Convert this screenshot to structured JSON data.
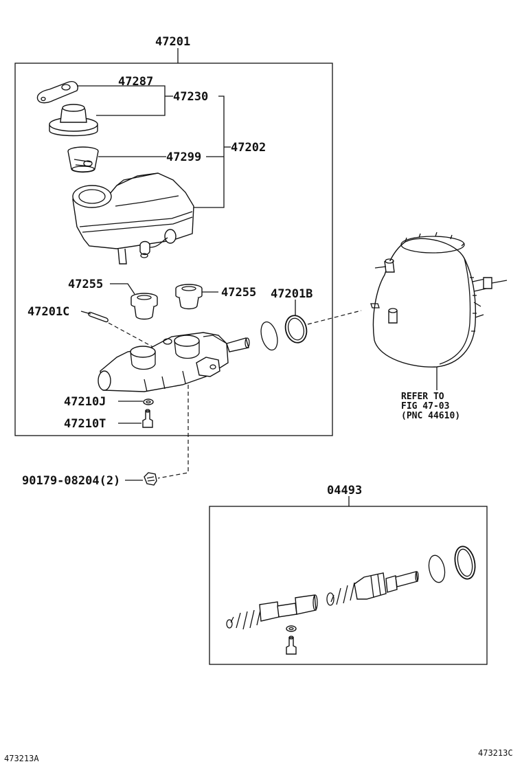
{
  "labels": {
    "assy_top": "47201",
    "p47287": "47287",
    "p47230": "47230",
    "p47202": "47202",
    "p47299": "47299",
    "p47255_left": "47255",
    "p47255_right": "47255",
    "p47201b": "47201B",
    "p47201c": "47201C",
    "p47210j": "47210J",
    "p47210t": "47210T",
    "bolt": "90179-08204(2)",
    "kit": "04493",
    "refer_line1": "REFER TO",
    "refer_line2": "FIG 47-03",
    "refer_line3": "(PNC 44610)",
    "code_left": "473213A",
    "code_right": "473213C"
  }
}
